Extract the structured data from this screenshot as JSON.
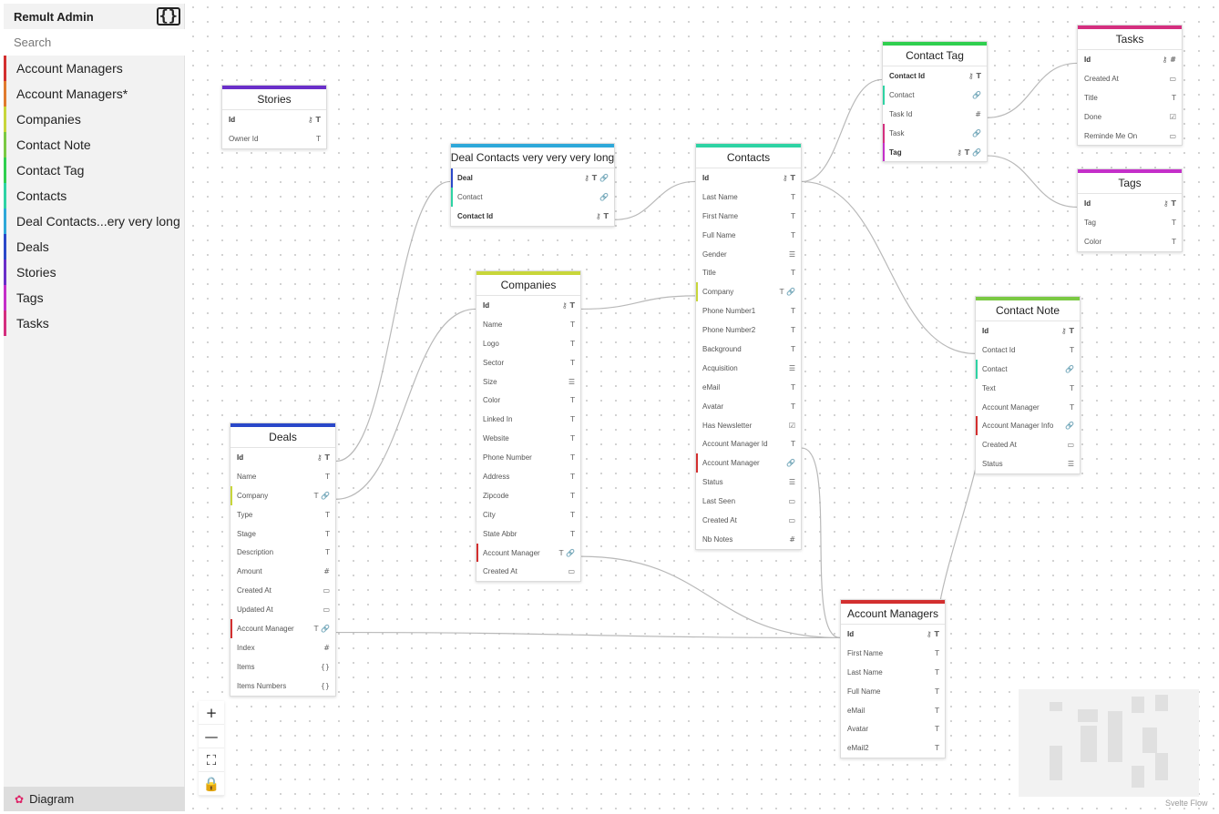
{
  "app": {
    "title": "Remult Admin",
    "icon": "braces-icon",
    "search_placeholder": "Search"
  },
  "sidebar": {
    "items": [
      {
        "label": "Account Managers",
        "color": "#d32f2f"
      },
      {
        "label": "Account Managers*",
        "color": "#e07a2d"
      },
      {
        "label": "Companies",
        "color": "#c8d63a"
      },
      {
        "label": "Contact Note",
        "color": "#7ac943"
      },
      {
        "label": "Contact Tag",
        "color": "#2fcf4f"
      },
      {
        "label": "Contacts",
        "color": "#2ed3a4"
      },
      {
        "label": "Deal Contacts...ery very long",
        "color": "#2ea8d9"
      },
      {
        "label": "Deals",
        "color": "#2a48c9"
      },
      {
        "label": "Stories",
        "color": "#6a2fc9"
      },
      {
        "label": "Tags",
        "color": "#c42fc9"
      },
      {
        "label": "Tasks",
        "color": "#d42f7f"
      }
    ],
    "footer_label": "Diagram",
    "footer_icon": "diagram-icon"
  },
  "nodes": [
    {
      "id": "stories",
      "title": "Stories",
      "color": "#6a2fc9",
      "fields": [
        {
          "name": "Id",
          "icons": "⚷ T",
          "bold": true
        },
        {
          "name": "Owner Id",
          "icons": "T"
        }
      ]
    },
    {
      "id": "dealcontacts",
      "title": "Deal Contacts very very very long",
      "color": "#2ea8d9",
      "fields": [
        {
          "name": "Deal",
          "icons": "⚷ T 🔗",
          "bold": true,
          "bar": "#2a48c9"
        },
        {
          "name": "Contact",
          "icons": "🔗",
          "bar": "#2ed3a4"
        },
        {
          "name": "Contact Id",
          "icons": "⚷ T",
          "bold": true
        }
      ]
    },
    {
      "id": "contacts",
      "title": "Contacts",
      "color": "#2ed3a4",
      "fields": [
        {
          "name": "Id",
          "icons": "⚷ T",
          "bold": true
        },
        {
          "name": "Last Name",
          "icons": "T"
        },
        {
          "name": "First Name",
          "icons": "T"
        },
        {
          "name": "Full Name",
          "icons": "T"
        },
        {
          "name": "Gender",
          "icons": "☰"
        },
        {
          "name": "Title",
          "icons": "T"
        },
        {
          "name": "Company",
          "icons": "T 🔗",
          "bar": "#c8d63a"
        },
        {
          "name": "Phone Number1",
          "icons": "T"
        },
        {
          "name": "Phone Number2",
          "icons": "T"
        },
        {
          "name": "Background",
          "icons": "T"
        },
        {
          "name": "Acquisition",
          "icons": "☰"
        },
        {
          "name": "eMail",
          "icons": "T"
        },
        {
          "name": "Avatar",
          "icons": "T"
        },
        {
          "name": "Has Newsletter",
          "icons": "☑"
        },
        {
          "name": "Account Manager Id",
          "icons": "T"
        },
        {
          "name": "Account Manager",
          "icons": "🔗",
          "bar": "#d32f2f"
        },
        {
          "name": "Status",
          "icons": "☰"
        },
        {
          "name": "Last Seen",
          "icons": "▭"
        },
        {
          "name": "Created At",
          "icons": "▭"
        },
        {
          "name": "Nb Notes",
          "icons": "#"
        }
      ]
    },
    {
      "id": "contacttag",
      "title": "Contact Tag",
      "color": "#2fcf4f",
      "fields": [
        {
          "name": "Contact Id",
          "icons": "⚷ T",
          "bold": true
        },
        {
          "name": "Contact",
          "icons": "🔗",
          "bar": "#2ed3a4"
        },
        {
          "name": "Task Id",
          "icons": "#"
        },
        {
          "name": "Task",
          "icons": "🔗",
          "bar": "#d42f7f"
        },
        {
          "name": "Tag",
          "icons": "⚷ T 🔗",
          "bold": true,
          "bar": "#c42fc9"
        }
      ]
    },
    {
      "id": "tasks",
      "title": "Tasks",
      "color": "#d42f7f",
      "fields": [
        {
          "name": "Id",
          "icons": "⚷ #",
          "bold": true
        },
        {
          "name": "Created At",
          "icons": "▭"
        },
        {
          "name": "Title",
          "icons": "T"
        },
        {
          "name": "Done",
          "icons": "☑"
        },
        {
          "name": "Reminde Me On",
          "icons": "▭"
        }
      ]
    },
    {
      "id": "tags",
      "title": "Tags",
      "color": "#c42fc9",
      "fields": [
        {
          "name": "Id",
          "icons": "⚷ T",
          "bold": true
        },
        {
          "name": "Tag",
          "icons": "T"
        },
        {
          "name": "Color",
          "icons": "T"
        }
      ]
    },
    {
      "id": "companies",
      "title": "Companies",
      "color": "#c8d63a",
      "fields": [
        {
          "name": "Id",
          "icons": "⚷ T",
          "bold": true
        },
        {
          "name": "Name",
          "icons": "T"
        },
        {
          "name": "Logo",
          "icons": "T"
        },
        {
          "name": "Sector",
          "icons": "T"
        },
        {
          "name": "Size",
          "icons": "☰"
        },
        {
          "name": "Color",
          "icons": "T"
        },
        {
          "name": "Linked In",
          "icons": "T"
        },
        {
          "name": "Website",
          "icons": "T"
        },
        {
          "name": "Phone Number",
          "icons": "T"
        },
        {
          "name": "Address",
          "icons": "T"
        },
        {
          "name": "Zipcode",
          "icons": "T"
        },
        {
          "name": "City",
          "icons": "T"
        },
        {
          "name": "State Abbr",
          "icons": "T"
        },
        {
          "name": "Account Manager",
          "icons": "T 🔗",
          "bar": "#d32f2f"
        },
        {
          "name": "Created At",
          "icons": "▭"
        }
      ]
    },
    {
      "id": "contactnote",
      "title": "Contact Note",
      "color": "#7ac943",
      "fields": [
        {
          "name": "Id",
          "icons": "⚷ T",
          "bold": true
        },
        {
          "name": "Contact Id",
          "icons": "T"
        },
        {
          "name": "Contact",
          "icons": "🔗",
          "bar": "#2ed3a4"
        },
        {
          "name": "Text",
          "icons": "T"
        },
        {
          "name": "Account Manager",
          "icons": "T"
        },
        {
          "name": "Account Manager Info",
          "icons": "🔗",
          "bar": "#d32f2f"
        },
        {
          "name": "Created At",
          "icons": "▭"
        },
        {
          "name": "Status",
          "icons": "☰"
        }
      ]
    },
    {
      "id": "deals",
      "title": "Deals",
      "color": "#2a48c9",
      "fields": [
        {
          "name": "Id",
          "icons": "⚷ T",
          "bold": true
        },
        {
          "name": "Name",
          "icons": "T"
        },
        {
          "name": "Company",
          "icons": "T 🔗",
          "bar": "#c8d63a"
        },
        {
          "name": "Type",
          "icons": "T"
        },
        {
          "name": "Stage",
          "icons": "T"
        },
        {
          "name": "Description",
          "icons": "T"
        },
        {
          "name": "Amount",
          "icons": "#"
        },
        {
          "name": "Created At",
          "icons": "▭"
        },
        {
          "name": "Updated At",
          "icons": "▭"
        },
        {
          "name": "Account Manager",
          "icons": "T 🔗",
          "bar": "#d32f2f"
        },
        {
          "name": "Index",
          "icons": "#"
        },
        {
          "name": "Items",
          "icons": "{}"
        },
        {
          "name": "Items Numbers",
          "icons": "{}"
        }
      ]
    },
    {
      "id": "accountmanagers",
      "title": "Account Managers",
      "color": "#d32f2f",
      "fields": [
        {
          "name": "Id",
          "icons": "⚷ T",
          "bold": true
        },
        {
          "name": "First Name",
          "icons": "T"
        },
        {
          "name": "Last Name",
          "icons": "T"
        },
        {
          "name": "Full Name",
          "icons": "T"
        },
        {
          "name": "eMail",
          "icons": "T"
        },
        {
          "name": "Avatar",
          "icons": "T"
        },
        {
          "name": "eMail2",
          "icons": "T"
        }
      ]
    }
  ],
  "controls": [
    "zoom-in-icon",
    "zoom-out-icon",
    "fit-view-icon",
    "lock-icon"
  ],
  "attribution": "Svelte Flow"
}
